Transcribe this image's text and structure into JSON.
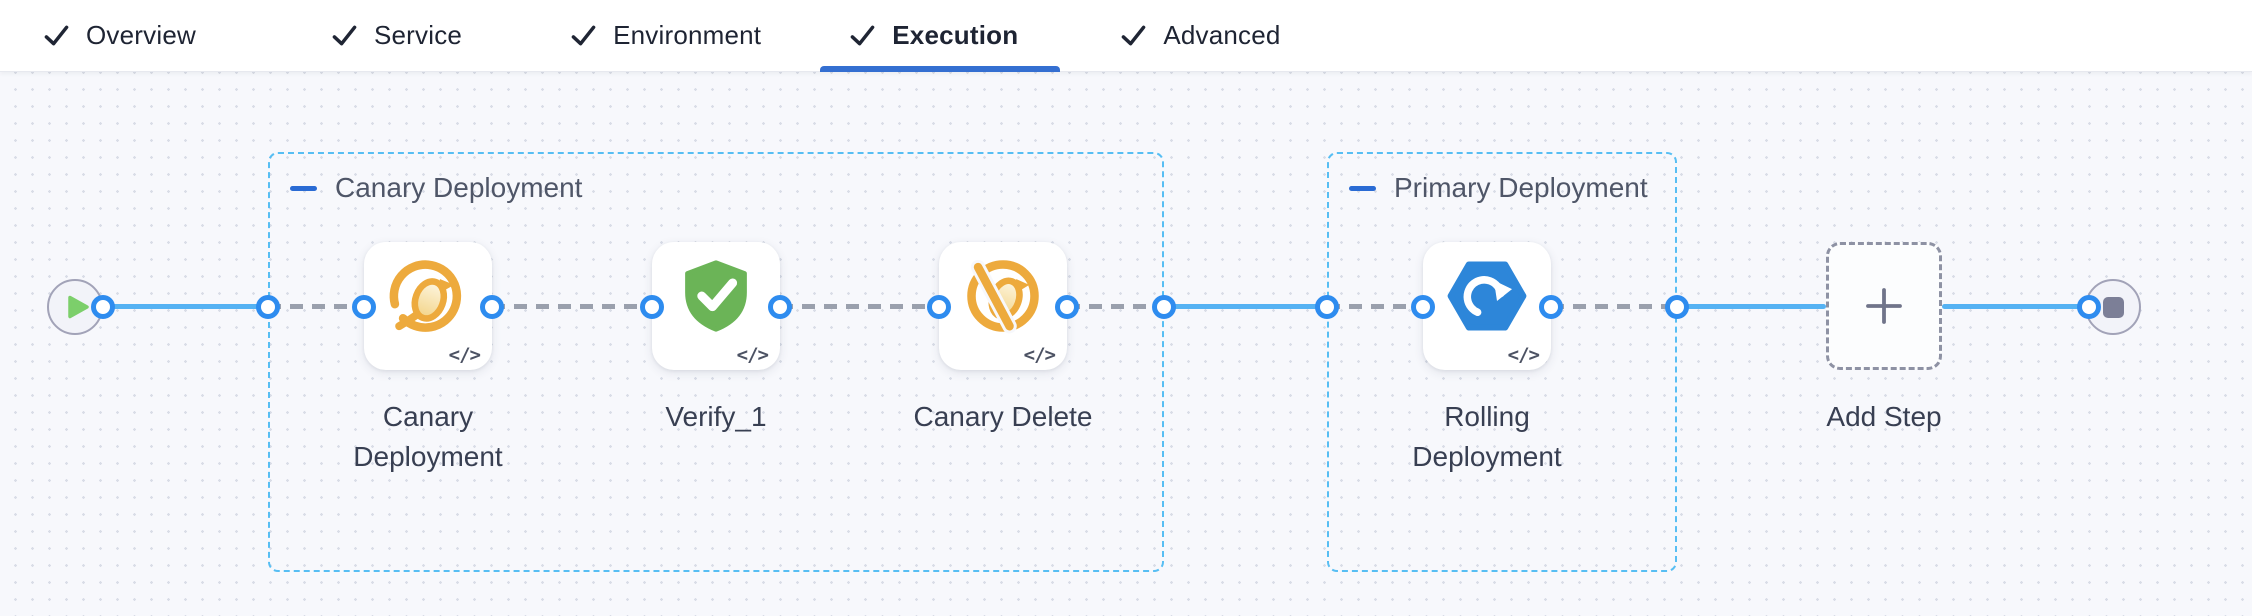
{
  "header": {
    "tabs": [
      {
        "label": "Overview",
        "checked": true,
        "active": false
      },
      {
        "label": "Service",
        "checked": true,
        "active": false
      },
      {
        "label": "Environment",
        "checked": true,
        "active": false
      },
      {
        "label": "Execution",
        "checked": true,
        "active": true
      },
      {
        "label": "Advanced",
        "checked": true,
        "active": false
      }
    ],
    "active_tab": "Execution"
  },
  "pipeline": {
    "groups": [
      {
        "title": "Canary Deployment"
      },
      {
        "title": "Primary Deployment"
      }
    ],
    "steps": [
      {
        "name": "Canary Deployment",
        "icon": "canary-icon"
      },
      {
        "name": "Verify_1",
        "icon": "shield-check-icon"
      },
      {
        "name": "Canary Delete",
        "icon": "canary-delete-icon"
      },
      {
        "name": "Rolling Deployment",
        "icon": "rolling-deployment-icon"
      }
    ],
    "add_step": {
      "label": "Add Step"
    },
    "code_badge": "</>",
    "start_node": "start",
    "end_node": "stop"
  },
  "colors": {
    "active_tab_underline": "#346fd1",
    "group_collapse_dash": "#2a6bd4",
    "group_border": "#57bef3",
    "flow_line_blue": "#55b2f3",
    "port_ring_blue": "#2e8cef",
    "dashed_connector_gray": "#9aa0ad",
    "canary_amber": "#edaa3d",
    "verify_green": "#6bb457",
    "rolling_blue": "#2d86d9",
    "start_play_green": "#7ccf6b",
    "stop_square_gray": "#7c7f97"
  }
}
